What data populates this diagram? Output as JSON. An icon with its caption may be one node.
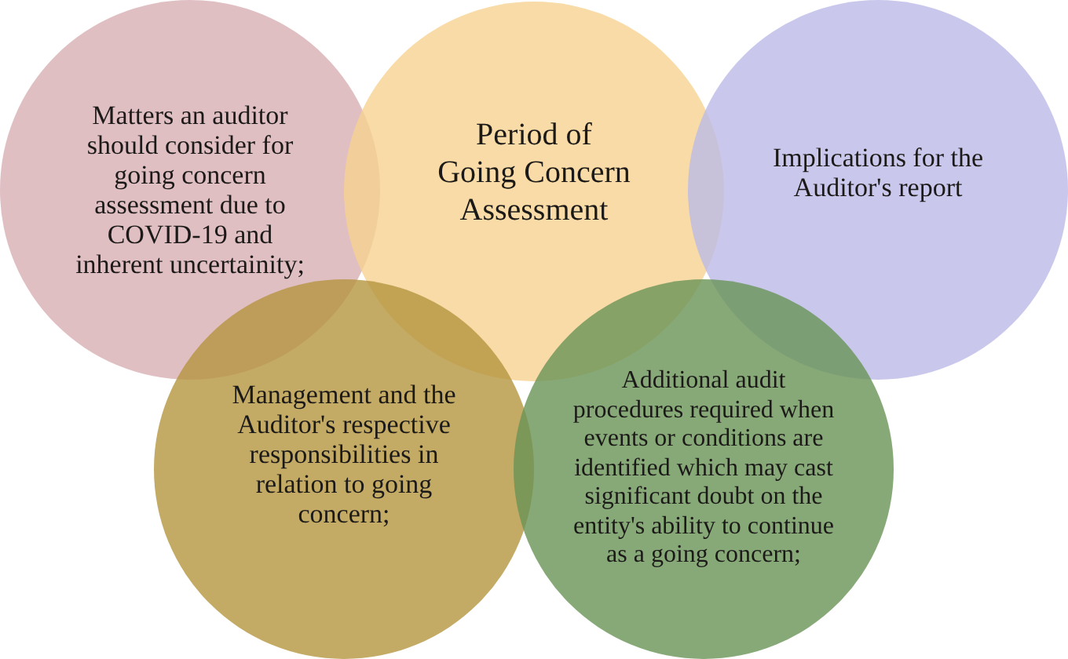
{
  "diagram": {
    "nodes": [
      {
        "text": [
          "Matters an auditor should consider for going concern assessment due to COVID-19 and inherent uncertainity;"
        ]
      },
      {
        "text": [
          "Period of Going Concern Assessment"
        ]
      },
      {
        "text": [
          "Implications for the Auditor's report"
        ]
      },
      {
        "text": [
          "Management and the Auditor's respective responsibilities in relation to going concern;"
        ]
      },
      {
        "text": [
          "Additional audit procedures required when events or conditions are identified which may cast significant doubt on the entity's ability to continue as a going concern;"
        ]
      }
    ]
  }
}
